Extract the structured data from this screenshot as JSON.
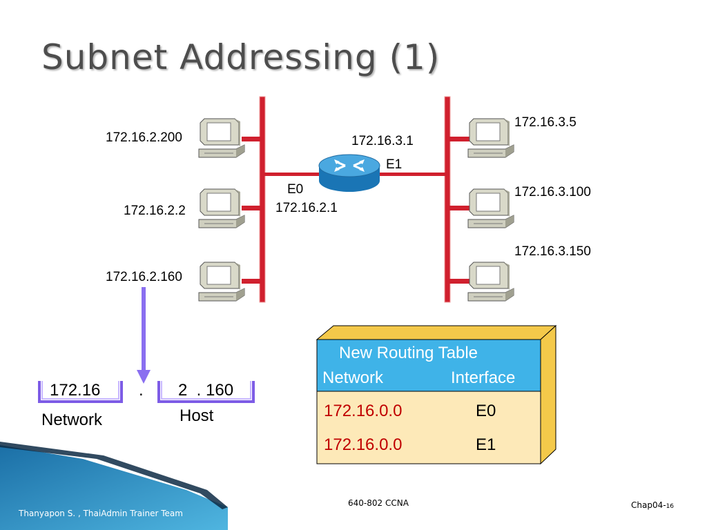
{
  "slide": {
    "title": "Subnet Addressing (1)",
    "footer_left": "Thanyapon S. , ThaiAdmin Trainer Team",
    "footer_center": "640-802 CCNA",
    "footer_right": "Chap04-",
    "page_number": "16"
  },
  "diagram": {
    "hosts_left": [
      "172.16.2.200",
      "172.16.2.2",
      "172.16.2.160"
    ],
    "hosts_right": [
      "172.16.3.5",
      "172.16.3.100",
      "172.16.3.150"
    ],
    "router": {
      "e0_label": "E0",
      "e0_ip": "172.16.2.1",
      "e1_label": "E1",
      "e1_ip": "172.16.3.1"
    },
    "address_breakdown": {
      "network_part": "172.16",
      "dot": ".",
      "host_part": "2  . 160",
      "network_label": "Network",
      "host_label": "Host"
    }
  },
  "routing_table": {
    "title": "New Routing Table",
    "col_network": "Network",
    "col_interface": "Interface",
    "rows": [
      {
        "network": "172.16.0.0",
        "interface": "E0"
      },
      {
        "network": "172.16.0.0",
        "interface": "E1"
      }
    ]
  },
  "colors": {
    "link_red": "#d0202e",
    "table_header_blue": "#3fb3e8",
    "table_body": "#fde9b8",
    "table_side": "#f4c94a",
    "bracket_purple": "#7d5ce6",
    "router_blue": "#2a8dcc"
  }
}
